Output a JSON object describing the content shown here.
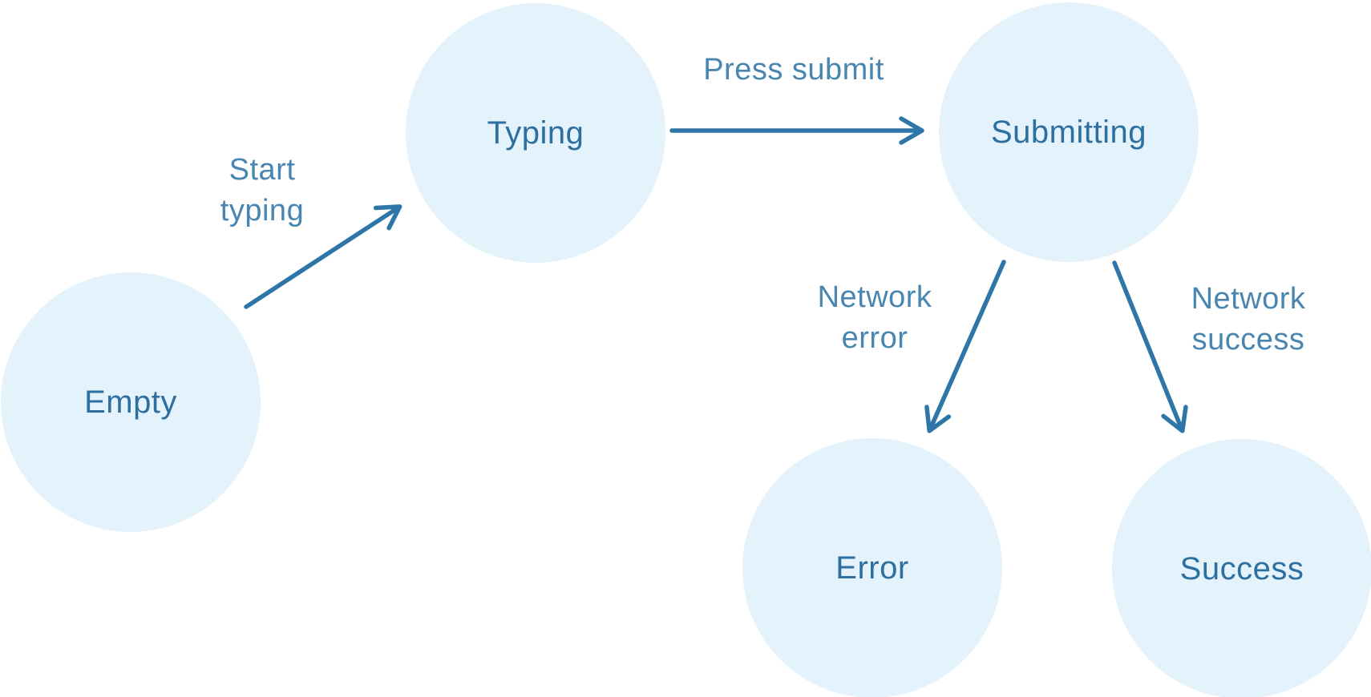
{
  "diagram": {
    "type": "state-machine",
    "nodes": [
      {
        "id": "empty",
        "label": "Empty"
      },
      {
        "id": "typing",
        "label": "Typing"
      },
      {
        "id": "submitting",
        "label": "Submitting"
      },
      {
        "id": "error",
        "label": "Error"
      },
      {
        "id": "success",
        "label": "Success"
      }
    ],
    "transitions": [
      {
        "from": "empty",
        "to": "typing",
        "lines": [
          "Start",
          "typing"
        ]
      },
      {
        "from": "typing",
        "to": "submitting",
        "lines": [
          "Press submit"
        ]
      },
      {
        "from": "submitting",
        "to": "error",
        "lines": [
          "Network",
          "error"
        ]
      },
      {
        "from": "submitting",
        "to": "success",
        "lines": [
          "Network",
          "success"
        ]
      }
    ],
    "colors": {
      "node_fill": "#e4f2fb",
      "node_text": "#2d6f9f",
      "arrow": "#2e76a8",
      "edge_text": "#4886b1",
      "background": "#ffffff"
    }
  }
}
